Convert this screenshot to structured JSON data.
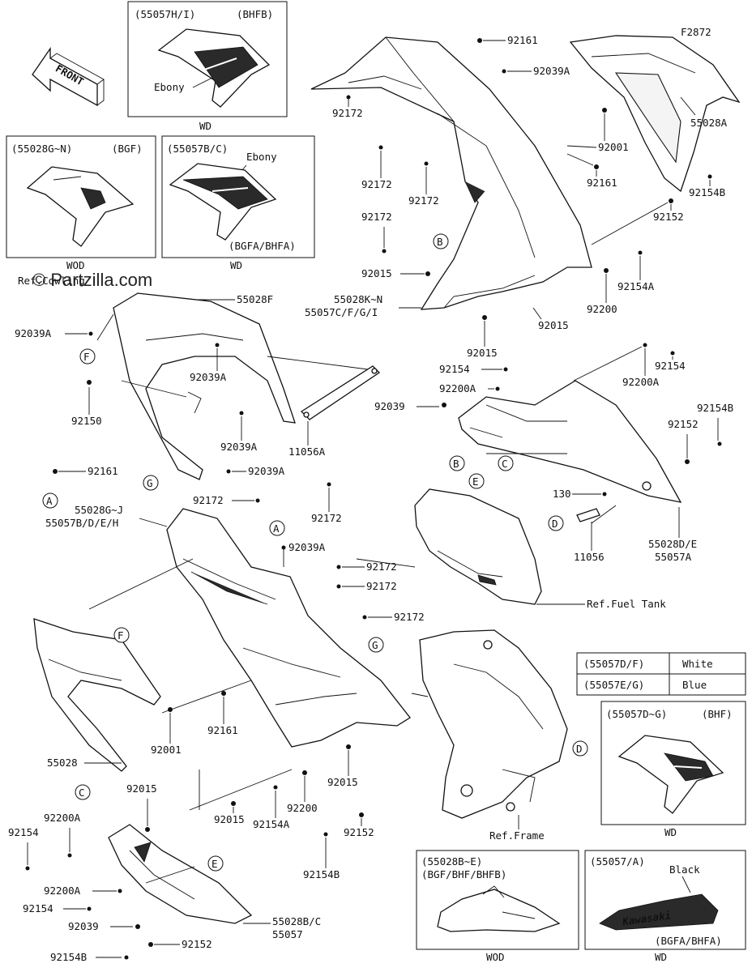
{
  "diagram_code": "F2872",
  "watermark": "© Partzilla.com",
  "front_arrow": "FRONT",
  "variant_boxes": {
    "top_center": {
      "code": "(55057H/I)",
      "tag": "(BHFB)",
      "color": "Ebony",
      "note": "WD"
    },
    "left": {
      "code": "(55028G~N)",
      "tag": "(BGF)",
      "note": "WOD"
    },
    "middle": {
      "code": "(55057B/C)",
      "color": "Ebony",
      "tag": "(BGFA/BHFA)",
      "note": "WD"
    },
    "right": {
      "code": "(55057D~G)",
      "tag": "(BHF)",
      "note": "WD"
    },
    "bottom_a": {
      "code": "(55028B~E)",
      "tag": "(BGF/BHF/BHFB)",
      "note": "WOD"
    },
    "bottom_b": {
      "code": "(55057/A)",
      "color": "Black",
      "brand": "Kawasaki",
      "tag": "(BGFA/BHFA)",
      "note": "WD"
    }
  },
  "color_table": [
    {
      "code": "(55057D/F)",
      "color": "White"
    },
    {
      "code": "(55057E/G)",
      "color": "Blue"
    }
  ],
  "references": {
    "cowling": "Ref.Cowling",
    "fuel_tank": "Ref.Fuel Tank",
    "frame": "Ref.Frame"
  },
  "labels": {
    "p92161_top": "92161",
    "p92039A_top": "92039A",
    "p55028A": "55028A",
    "p92172_a": "92172",
    "p92001_top": "92001",
    "p92172_b": "92172",
    "p92172_c": "92172",
    "p92161_mid": "92161",
    "p92154B_top": "92154B",
    "p92172_d": "92172",
    "p92152_top": "92152",
    "p92154A_top": "92154A",
    "p92015_top": "92015",
    "p92200_top": "92200",
    "main_upper_1": "55028K~N",
    "main_upper_2": "55057C/F/G/I",
    "p92015_mid": "92015",
    "p92015_mid2": "92015",
    "p55028F": "55028F",
    "p92039A_left": "92039A",
    "p92039A_c": "92039A",
    "p92150": "92150",
    "p92039A_d": "92039A",
    "p11056A": "11056A",
    "p92039A_e": "92039A",
    "p92161_left": "92161",
    "p92154_r1": "92154",
    "p92200A_r1": "92200A",
    "p92154_r2": "92154",
    "p92200A_r2": "92200A",
    "p92039_r": "92039",
    "p92154B_r": "92154B",
    "p92152_r": "92152",
    "p130": "130",
    "p11056": "11056",
    "lower_right_1": "55028D/E",
    "lower_right_2": "55057A",
    "p92172_e": "92172",
    "p92172_f": "92172",
    "mid_left_1": "55028G~J",
    "mid_left_2": "55057B/D/E/H",
    "p92039A_f": "92039A",
    "p92172_g": "92172",
    "p92172_h": "92172",
    "p92172_i": "92172",
    "p55028": "55028",
    "p92001_low": "92001",
    "p92161_low": "92161",
    "p92015_low1": "92015",
    "p92015_low2": "92015",
    "p92015_low3": "92015",
    "p92200_low": "92200",
    "p92154A_low": "92154A",
    "p92152_low": "92152",
    "p92154B_low": "92154B",
    "p92154_low1": "92154",
    "p92200A_low1": "92200A",
    "p92200A_low2": "92200A",
    "p92154_low2": "92154",
    "p92039_low": "92039",
    "p92154B_low2": "92154B",
    "p92152_low2": "92152",
    "bottom_1": "55028B/C",
    "bottom_2": "55057"
  },
  "callouts": {
    "A": "A",
    "B": "B",
    "C": "C",
    "D": "D",
    "E": "E",
    "F": "F",
    "G": "G"
  }
}
